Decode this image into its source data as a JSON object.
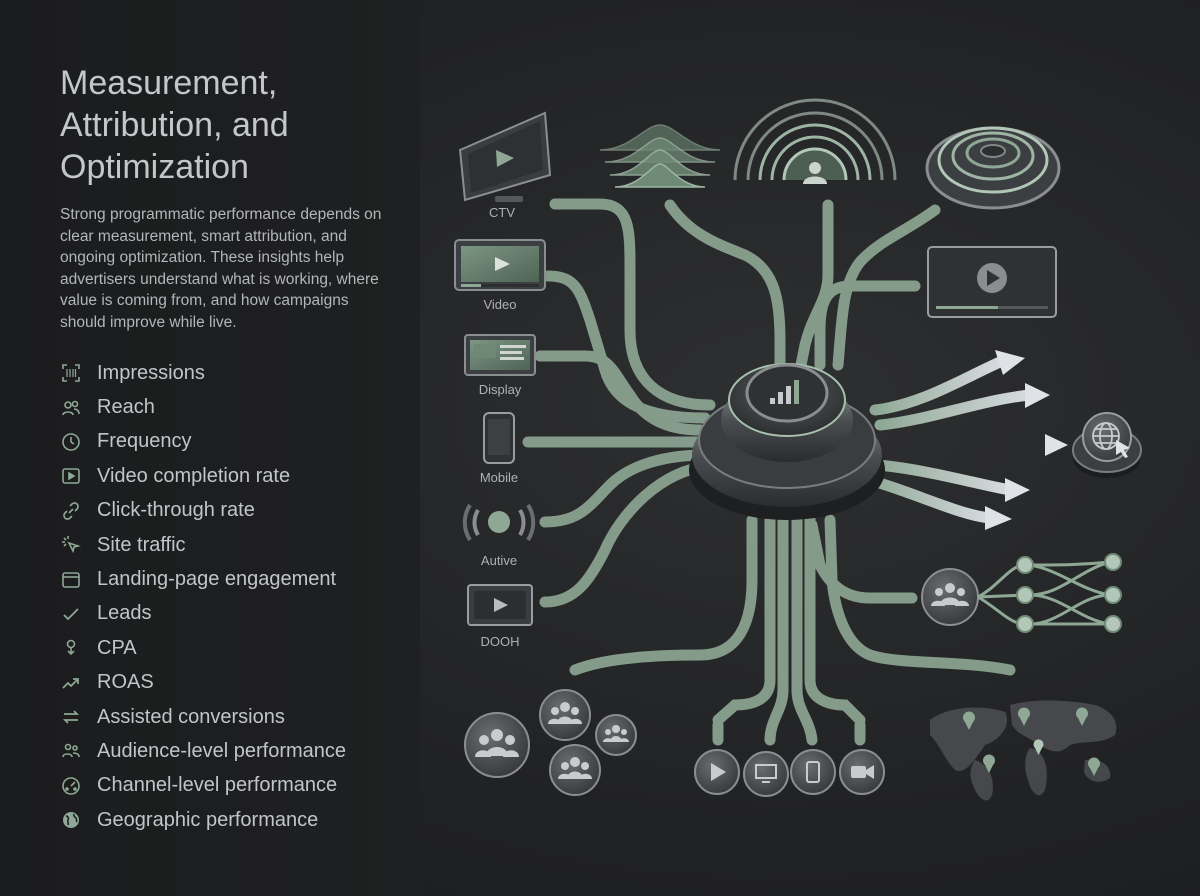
{
  "title": "Measurement, Attribution, and Optimization",
  "description": "Strong programmatic performance depends on clear measurement, smart attribution, and ongoing optimization. These insights help advertisers understand what is working, where value is coming from, and how campaigns should improve while live.",
  "metrics": [
    {
      "label": "Impressions",
      "icon": "barcode-scan-icon"
    },
    {
      "label": "Reach",
      "icon": "people-icon"
    },
    {
      "label": "Frequency",
      "icon": "clock-icon"
    },
    {
      "label": "Video completion rate",
      "icon": "play-box-icon"
    },
    {
      "label": "Click-through rate",
      "icon": "link-icon"
    },
    {
      "label": "Site traffic",
      "icon": "cursor-click-icon"
    },
    {
      "label": "Landing-page engagement",
      "icon": "browser-window-icon"
    },
    {
      "label": "Leads",
      "icon": "checkmark-icon"
    },
    {
      "label": "CPA",
      "icon": "cost-pin-icon"
    },
    {
      "label": "ROAS",
      "icon": "trend-up-icon"
    },
    {
      "label": "Assisted conversions",
      "icon": "swap-arrows-icon"
    },
    {
      "label": "Audience-level performance",
      "icon": "audience-icon"
    },
    {
      "label": "Channel-level performance",
      "icon": "channel-gauge-icon"
    },
    {
      "label": "Geographic performance",
      "icon": "globe-icon"
    }
  ],
  "channels": [
    {
      "label": "CTV",
      "icon": "tv-icon"
    },
    {
      "label": "Video",
      "icon": "video-player-icon"
    },
    {
      "label": "Display",
      "icon": "display-banner-icon"
    },
    {
      "label": "Mobile",
      "icon": "smartphone-icon"
    },
    {
      "label": "Autive",
      "icon": "audio-wave-icon"
    },
    {
      "label": "DOOH",
      "icon": "billboard-screen-icon"
    }
  ],
  "colors": {
    "accent": "#8fa895",
    "accent_dark": "#6f8a76",
    "background": "#242527",
    "text": "#c4c7ca"
  }
}
